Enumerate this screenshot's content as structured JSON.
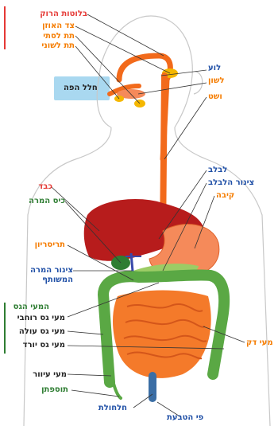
{
  "labels": {
    "salivary_glands": "בלוטות הרוק",
    "parotid": "צד האוזן",
    "submandibular": "תת לסתי",
    "sublingual": "תת לשוני",
    "oral_cavity": "חלל הפה",
    "pharynx": "לוע",
    "tongue": "לשון",
    "esophagus": "ושט",
    "cardia": "לבלב",
    "pancreatic_duct": "צינור הלבלב",
    "stomach": "קיבה",
    "liver": "כבד",
    "gallbladder": "כיס המרה",
    "duodenum": "תריסריון",
    "common_bile_duct": "צינור המרה המשותף",
    "large_intestine": "המעי הגס",
    "transverse_colon": "מעי גס רוחבי",
    "ascending_colon": "מעי גס עולה",
    "descending_colon": "מעי גס יורד",
    "small_intestine": "מעי דק",
    "cecum": "מעי עיוור",
    "appendix": "תוספתן",
    "rectum": "חלחולת",
    "anus": "פי הטבעת"
  },
  "colors": {
    "esophagus": "#f26a1b",
    "liver": "#b71c1c",
    "stomach": "#f58a5a",
    "small_intestine": "#f47a2a",
    "large_intestine": "#5aa844",
    "gallbladder": "#2e7d32",
    "bile_duct": "#3949ab",
    "pancreas": "#9ccc65",
    "rectum": "#3b6ea5",
    "oral_cavity": "#a9d8f0",
    "salivary": "#f5b700"
  }
}
